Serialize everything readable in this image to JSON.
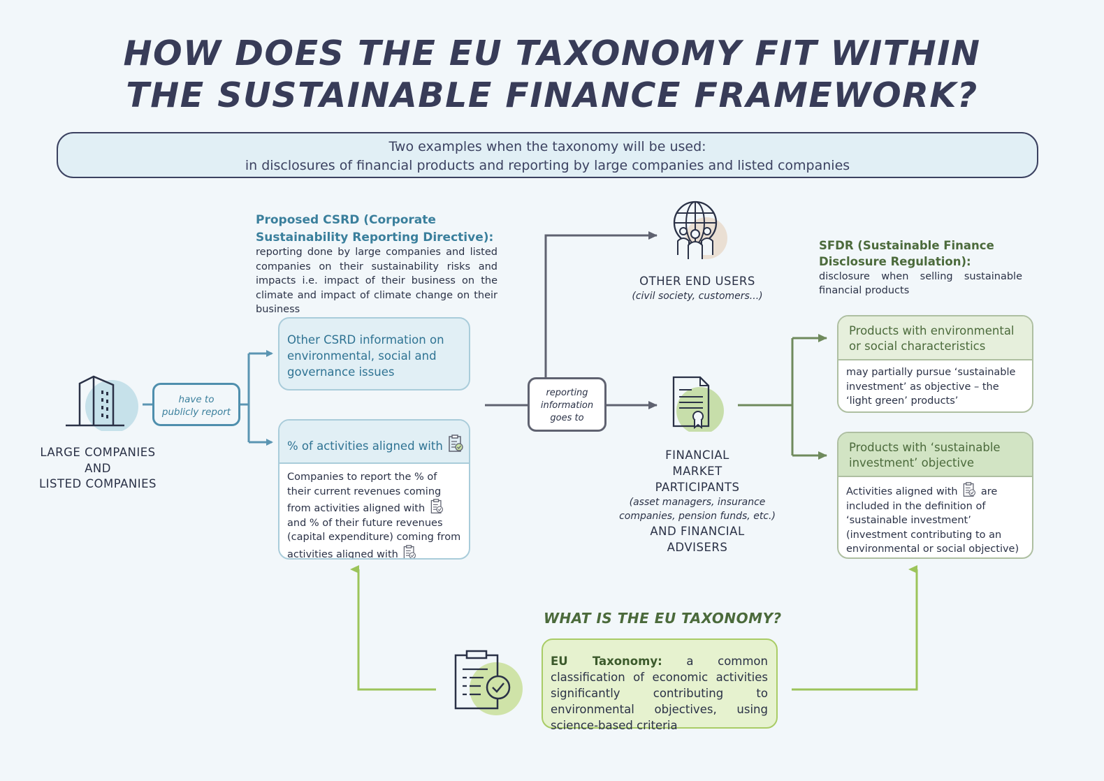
{
  "title": {
    "line1": "HOW DOES THE EU TAXONOMY FIT WITHIN",
    "line2": "THE SUSTAINABLE FINANCE FRAMEWORK?"
  },
  "banner": {
    "line1": "Two examples when the taxonomy will be used:",
    "line2": "in disclosures of financial products and reporting by large companies and listed companies"
  },
  "csrd": {
    "heading_line1": "Proposed CSRD (Corporate",
    "heading_line2": "Sustainability Reporting Directive):",
    "text": "reporting done by large companies and listed companies on their sustainability risks and impacts i.e. impact of their business on the climate and impact of climate change on their business"
  },
  "companies": {
    "line1": "LARGE COMPANIES",
    "line2": "AND",
    "line3": "LISTED COMPANIES"
  },
  "report_pill": {
    "line1": "have to",
    "line2": "publicly report"
  },
  "csrd_other": {
    "text": "Other CSRD information on environmental, social and governance issues"
  },
  "pct_box": {
    "heading": "% of activities aligned with",
    "body_part1": "Companies to report the % of their current revenues coming from activities aligned with",
    "body_part2": "and % of their future revenues (capital expenditure) coming from activities aligned with"
  },
  "goes_pill": {
    "line1": "reporting",
    "line2": "information",
    "line3": "goes to"
  },
  "end_users": {
    "label": "OTHER END USERS",
    "sub": "(civil society, customers...)"
  },
  "fmp": {
    "line1": "FINANCIAL",
    "line2": "MARKET",
    "line3": "PARTICIPANTS",
    "sub_line1": "(asset managers, insurance",
    "sub_line2": "companies, pension funds, etc.)",
    "line4": "AND FINANCIAL",
    "line5": "ADVISERS"
  },
  "sfdr": {
    "heading_line1": "SFDR (Sustainable Finance",
    "heading_line2": "Disclosure Regulation):",
    "text": "disclosure when selling sustainable financial products"
  },
  "product1": {
    "heading": "Products with environmental or social characteristics",
    "body": "may partially pursue ‘sustainable investment’ as objective – the ‘light green’ products’"
  },
  "product2": {
    "heading": "Products with ‘sustainable investment’ objective",
    "body_part1": "Activities aligned with",
    "body_part2": "are included in the definition of ‘sustainable investment’ (investment contributing to an environmental or social objective)"
  },
  "taxonomy": {
    "question": "WHAT IS THE EU TAXONOMY?",
    "term": "EU Taxonomy:",
    "definition": "a common classification of economic activities significantly contributing to environmental objectives, using science-based criteria"
  },
  "icons": {
    "building": "building-icon",
    "globe_people": "globe-people-icon",
    "certificate": "certificate-document-icon",
    "clipboard": "clipboard-check-icon"
  },
  "colors": {
    "title": "#383c58",
    "csrd_blue": "#3a7f9c",
    "sfdr_green": "#4b6a3b",
    "taxonomy_green": "#a9cc66",
    "grey_arrow": "#5f6270"
  }
}
